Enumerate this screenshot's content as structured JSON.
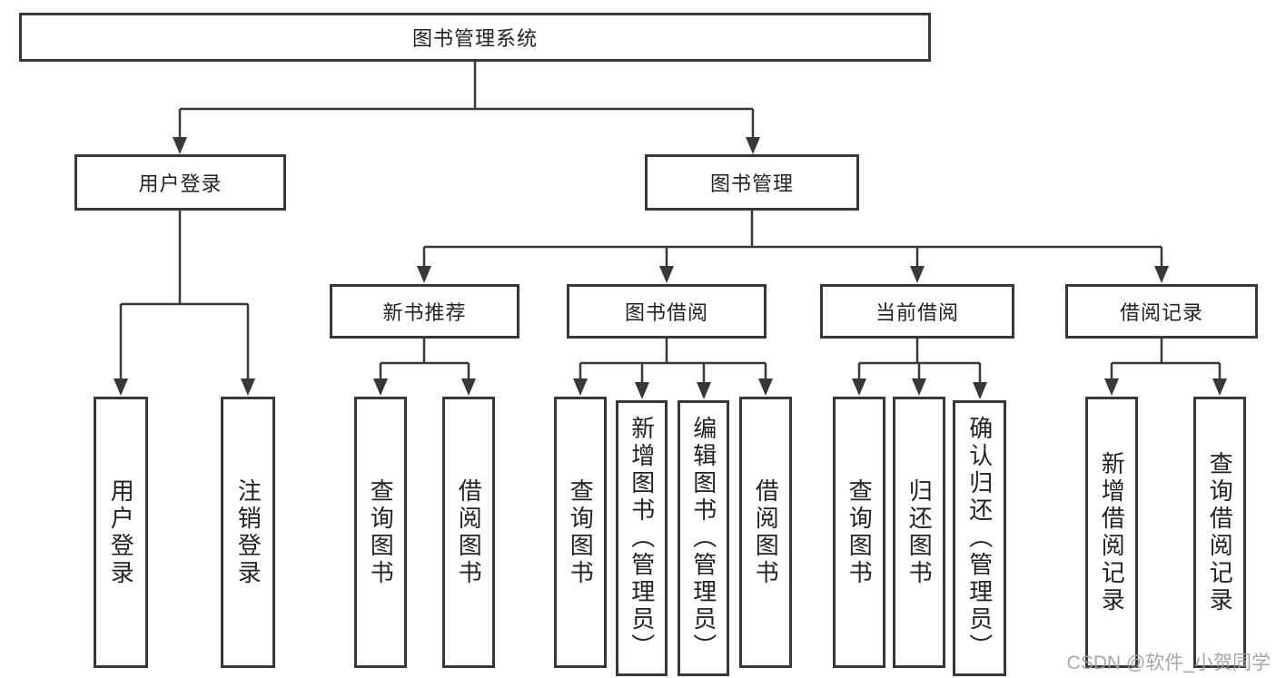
{
  "diagram": {
    "type": "hierarchy-tree",
    "root": {
      "label": "图书管理系统"
    },
    "level2": {
      "user_login": "用户登录",
      "book_management": "图书管理"
    },
    "level3": {
      "new_book_recommendation": "新书推荐",
      "book_borrowing": "图书借阅",
      "current_borrowing": "当前借阅",
      "borrowing_records": "借阅记录"
    },
    "leaves": {
      "user_login": [
        "用户登录",
        "注销登录"
      ],
      "new_book_recommendation": [
        "查询图书",
        "借阅图书"
      ],
      "book_borrowing": [
        "查询图书",
        "新增图书（管理员）",
        "编辑图书（管理员）",
        "借阅图书"
      ],
      "current_borrowing": [
        "查询图书",
        "归还图书",
        "确认归还（管理员）"
      ],
      "borrowing_records": [
        "新增借阅记录",
        "查询借阅记录"
      ]
    },
    "colors": {
      "line": "#383838",
      "box_border": "#383838",
      "text": "#222222",
      "background": "#ffffff",
      "watermark": "#9e9e9e"
    },
    "watermark": "CSDN @软件_小贺同学"
  }
}
